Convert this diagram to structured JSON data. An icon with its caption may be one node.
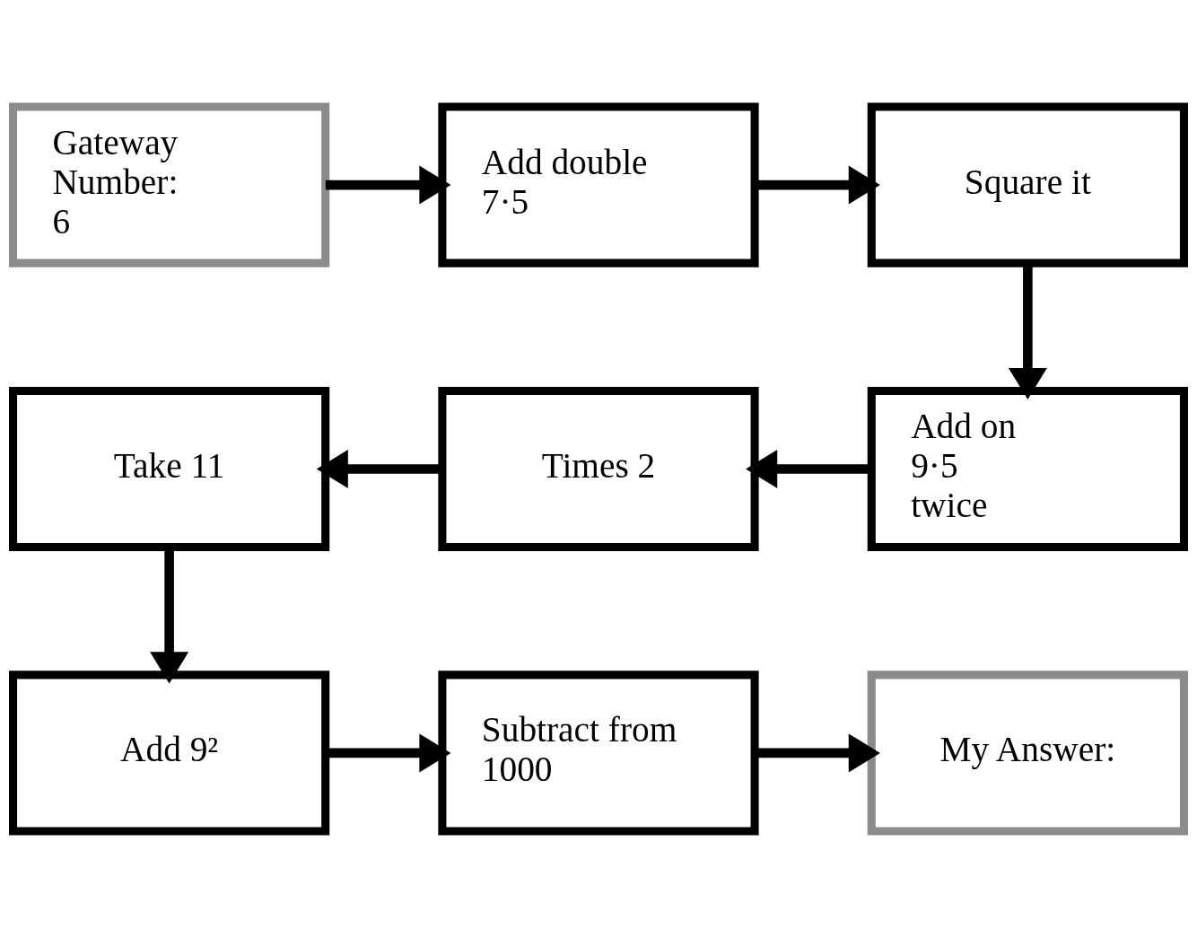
{
  "diagram": {
    "nodes": [
      {
        "text": [
          "Gateway Number: 6"
        ]
      },
      {
        "text": [
          "Add double 7·5"
        ]
      },
      {
        "text": [
          "Square it"
        ]
      },
      {
        "text": [
          "Add on 9·5 twice"
        ]
      },
      {
        "text": [
          "Times 2"
        ]
      },
      {
        "text": [
          "Take 11"
        ]
      },
      {
        "text": [
          "Add 9²"
        ]
      },
      {
        "text": [
          "Subtract from 1000"
        ]
      },
      {
        "text": [
          "My Answer:"
        ]
      }
    ],
    "edges": [
      {
        "from": 0,
        "to": 1,
        "arrow": "to"
      },
      {
        "from": 1,
        "to": 2,
        "arrow": "to"
      },
      {
        "from": 2,
        "to": 3,
        "arrow": "to"
      },
      {
        "from": 3,
        "to": 4,
        "arrow": "to"
      },
      {
        "from": 4,
        "to": 5,
        "arrow": "to"
      },
      {
        "from": 5,
        "to": 6,
        "arrow": "to"
      },
      {
        "from": 6,
        "to": 7,
        "arrow": "to"
      },
      {
        "from": 7,
        "to": 8,
        "arrow": "to"
      }
    ]
  }
}
